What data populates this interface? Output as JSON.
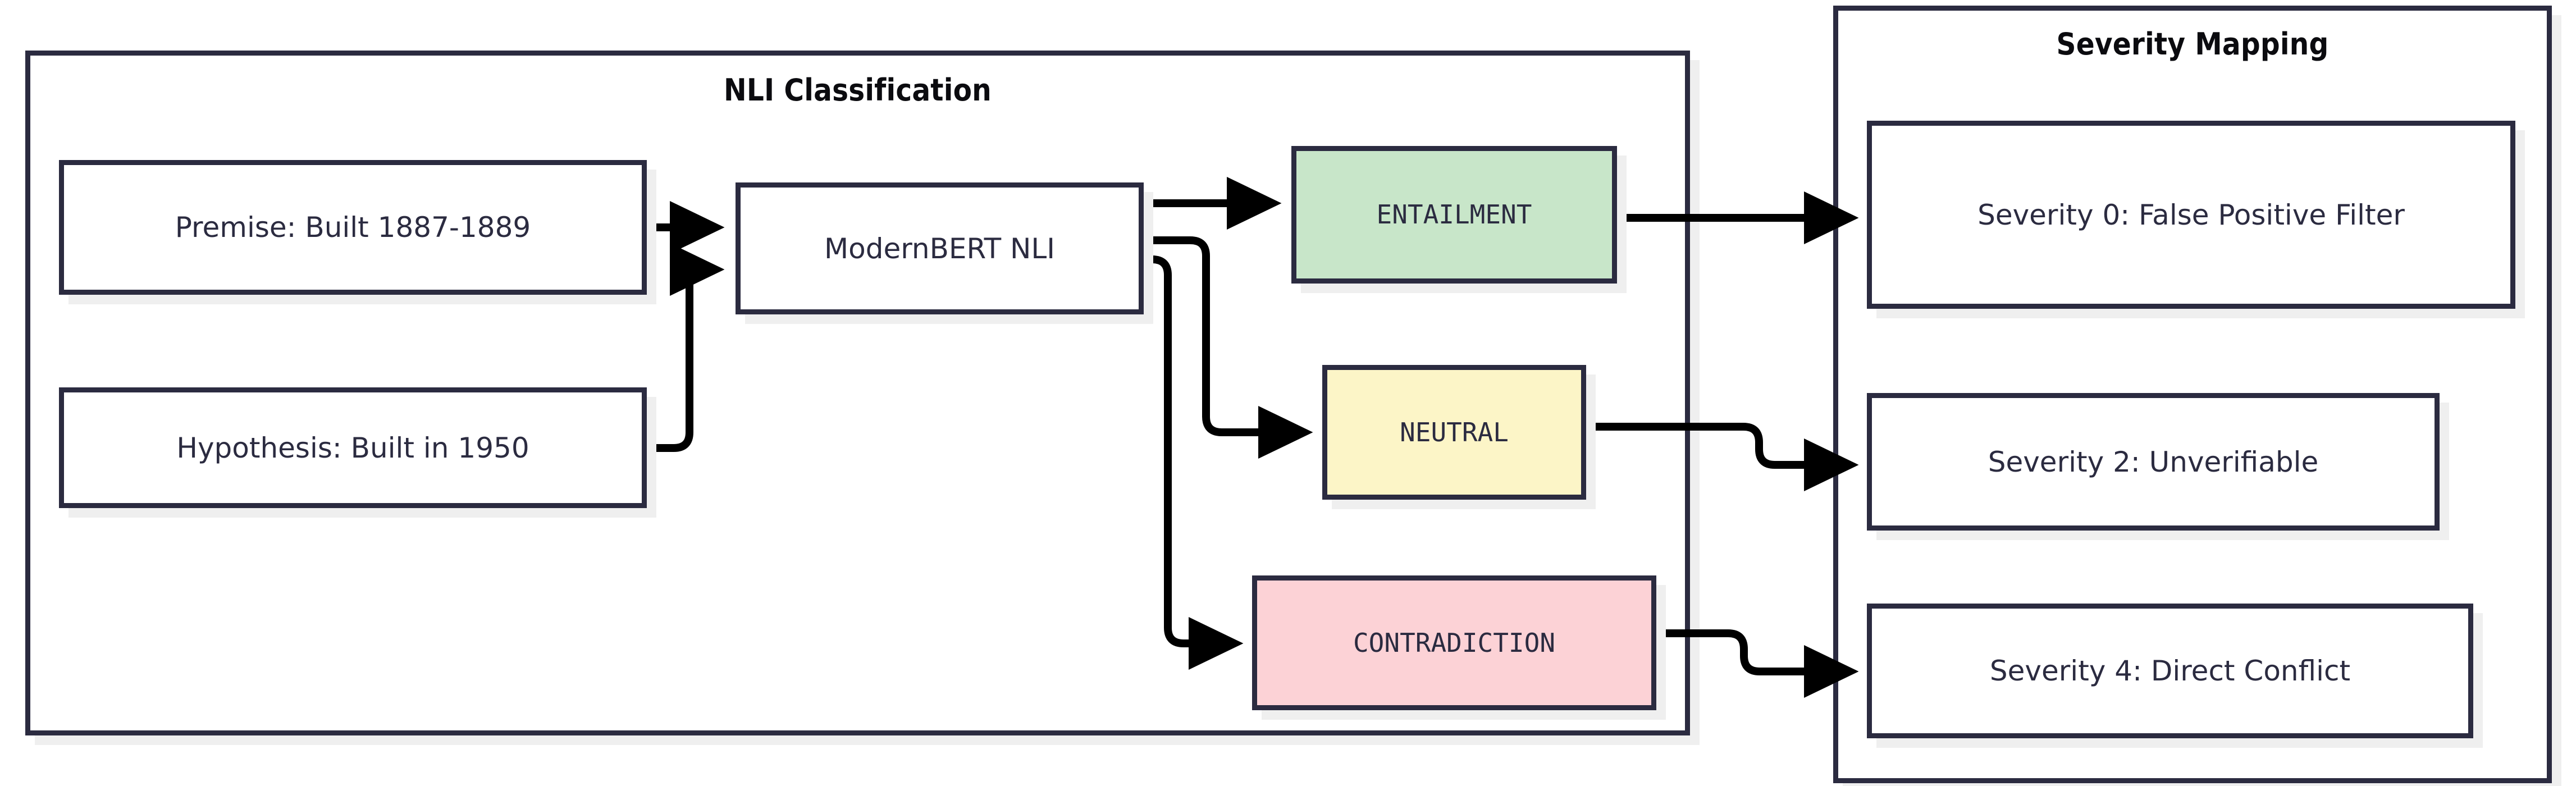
{
  "diagram": {
    "type": "flowchart",
    "direction": "left-to-right",
    "theme_colors": {
      "border": "#2b2b40",
      "text": "#2b2b40",
      "title_text": "#0b0b0f",
      "node_fill": "#ffffff",
      "shadow": "#efefef",
      "entailment_fill": "#c8e6c9",
      "neutral_fill": "#fcf5c7",
      "contradiction_fill": "#fcd2d6",
      "edge": "#000000",
      "background": "#ffffff"
    }
  },
  "subgraphs": [
    {
      "id": "nli",
      "title": "NLI Classification"
    },
    {
      "id": "severity",
      "title": "Severity Mapping"
    }
  ],
  "nodes": {
    "premise": {
      "label": "Premise: Built 1887-1889"
    },
    "hypothesis": {
      "label": "Hypothesis: Built in 1950"
    },
    "model": {
      "label": "ModernBERT NLI"
    },
    "entailment": {
      "label": "ENTAILMENT"
    },
    "neutral": {
      "label": "NEUTRAL"
    },
    "contradiction": {
      "label": "CONTRADICTION"
    },
    "severity0": {
      "label": "Severity 0: False Positive Filter"
    },
    "severity2": {
      "label": "Severity 2: Unverifiable"
    },
    "severity4": {
      "label": "Severity 4: Direct Conflict"
    }
  },
  "edges": [
    {
      "from": "premise",
      "to": "model",
      "style": "arrow"
    },
    {
      "from": "hypothesis",
      "to": "model",
      "style": "arrow"
    },
    {
      "from": "model",
      "to": "entailment",
      "style": "arrow"
    },
    {
      "from": "model",
      "to": "neutral",
      "style": "arrow"
    },
    {
      "from": "model",
      "to": "contradiction",
      "style": "arrow"
    },
    {
      "from": "entailment",
      "to": "severity0",
      "style": "arrow"
    },
    {
      "from": "neutral",
      "to": "severity2",
      "style": "arrow"
    },
    {
      "from": "contradiction",
      "to": "severity4",
      "style": "arrow"
    }
  ]
}
